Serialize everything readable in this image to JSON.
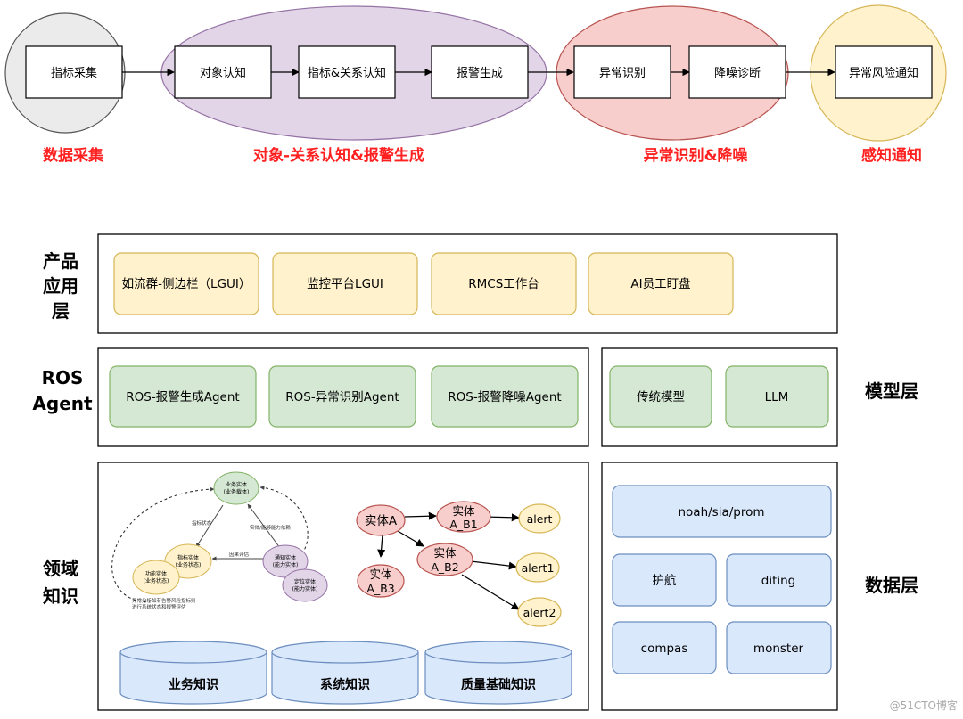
{
  "pipeline": {
    "steps": [
      {
        "id": "collect",
        "label": "指标采集"
      },
      {
        "id": "object",
        "label": "对象认知"
      },
      {
        "id": "relation",
        "label": "指标&关系认知"
      },
      {
        "id": "alarm",
        "label": "报警生成"
      },
      {
        "id": "anomaly",
        "label": "异常识别"
      },
      {
        "id": "denoise",
        "label": "降噪诊断"
      },
      {
        "id": "notify",
        "label": "异常风险通知"
      }
    ],
    "stages": [
      {
        "id": "data",
        "label": "数据采集",
        "color": "#ebebeb"
      },
      {
        "id": "cognition",
        "label": "对象-关系认知&报警生成",
        "color": "#e1d5e7"
      },
      {
        "id": "anomaly",
        "label": "异常识别&降噪",
        "color": "#f8cecc"
      },
      {
        "id": "perception",
        "label": "感知通知",
        "color": "#fff2cc"
      }
    ]
  },
  "layers": {
    "product": {
      "label_lines": [
        "产品",
        "应用",
        "层"
      ],
      "items": [
        "如流群-侧边栏（LGUI）",
        "监控平台LGUI",
        "RMCS工作台",
        "AI员工盯盘"
      ]
    },
    "agent": {
      "label_lines": [
        "ROS",
        "Agent"
      ],
      "items": [
        "ROS-报警生成Agent",
        "ROS-异常识别Agent",
        "ROS-报警降噪Agent"
      ]
    },
    "model": {
      "label": "模型层",
      "items": [
        "传统模型",
        "LLM"
      ]
    },
    "domain": {
      "label_lines": [
        "领域",
        "知识"
      ],
      "bases": [
        "业务知识",
        "系统知识",
        "质量基础知识"
      ],
      "small_graph": {
        "nodes": [
          "业务实体\n(业务载体)",
          "指标实体\n(业务状态)",
          "功能实体\n(业务状态)",
          "通知实体\n(能力实体)",
          "定位实体\n(能力实体)"
        ],
        "edge_labels": [
          "指标状态",
          "实体/能够能力依赖",
          "因果评估"
        ],
        "footnote": [
          "异常分析如有告警风险指标则",
          "进行系统状态和报警评估"
        ]
      },
      "entity_graph": {
        "nodes": [
          "实体A",
          "实体\nA_B1",
          "实体\nA_B2",
          "实体\nA_B3",
          "alert",
          "alert1",
          "alert2"
        ]
      }
    },
    "data": {
      "label": "数据层",
      "items": [
        "noah/sia/prom",
        "护航",
        "diting",
        "compas",
        "monster"
      ]
    }
  },
  "watermark": "@51CTO博客",
  "colors": {
    "yellow_fill": "#fff2cc",
    "yellow_stroke": "#d6b656",
    "green_fill": "#d5e8d4",
    "green_stroke": "#82b366",
    "blue_fill": "#dae8fc",
    "blue_stroke": "#6c8ebf",
    "red_fill": "#f8cecc",
    "red_stroke": "#b85450",
    "purple_fill": "#e1d5e7",
    "purple_stroke": "#9673a6",
    "stage_label": "#ff2020"
  }
}
